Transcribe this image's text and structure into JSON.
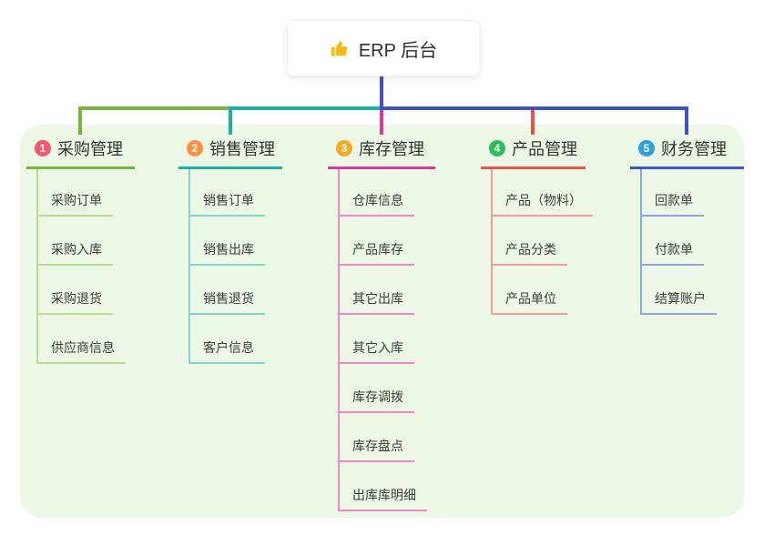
{
  "canvas": {
    "page_color": "#ffffff",
    "panel_color": "#ecf7e6"
  },
  "root": {
    "title": "ERP 后台",
    "icon": "thumbs-up",
    "icon_color": "#f9ba16",
    "line_color": "#4353c3"
  },
  "branches": [
    {
      "badge": "1",
      "label": "采购管理",
      "colors": {
        "badge": "#f4586b",
        "line": "#79b53d",
        "child_line": "#b7dc92"
      },
      "children": [
        "采购订单",
        "采购入库",
        "采购退货",
        "供应商信息"
      ]
    },
    {
      "badge": "2",
      "label": "销售管理",
      "colors": {
        "badge": "#fd8f45",
        "line": "#19b2a4",
        "child_line": "#82d5cc"
      },
      "children": [
        "销售订单",
        "销售出库",
        "销售退货",
        "客户信息"
      ]
    },
    {
      "badge": "3",
      "label": "库存管理",
      "colors": {
        "badge": "#f6a923",
        "line": "#d63a9d",
        "child_line": "#f08ac3"
      },
      "children": [
        "仓库信息",
        "产品库存",
        "其它出库",
        "其它入库",
        "库存调拨",
        "库存盘点",
        "出库库明细"
      ]
    },
    {
      "badge": "4",
      "label": "产品管理",
      "colors": {
        "badge": "#2dbd5d",
        "line": "#e8504e",
        "child_line": "#f59c96"
      },
      "children": [
        "产品（物料）",
        "产品分类",
        "产品单位"
      ]
    },
    {
      "badge": "5",
      "label": "财务管理",
      "colors": {
        "badge": "#2f9fe2",
        "line": "#4053c2",
        "child_line": "#8fa4e2"
      },
      "children": [
        "回款单",
        "付款单",
        "结算账户"
      ]
    }
  ]
}
